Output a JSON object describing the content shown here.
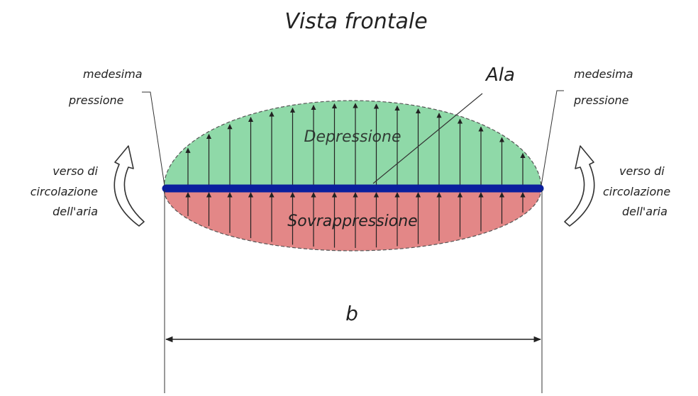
{
  "title": "Vista frontale",
  "labels": {
    "wing": "Ala",
    "depression": "Depressione",
    "overpressure": "Sovrappressione",
    "span": "b",
    "same_pressure_left": [
      "medesima",
      "pressione"
    ],
    "same_pressure_right": [
      "medesima",
      "pressione"
    ],
    "circulation_left": [
      "verso di",
      "circolazione",
      "dell'aria"
    ],
    "circulation_right": [
      "verso di",
      "circolazione",
      "dell'aria"
    ]
  },
  "colors": {
    "depression_fill": "#8fd9a8",
    "overpressure_fill": "#e38787",
    "wing": "#0a1f9e",
    "lines": "#333333",
    "region_text": "#ffffff",
    "label_text": "#222222"
  },
  "icons": {
    "circulation_left": "curved-arrow-up-icon",
    "circulation_right": "curved-arrow-up-icon"
  }
}
